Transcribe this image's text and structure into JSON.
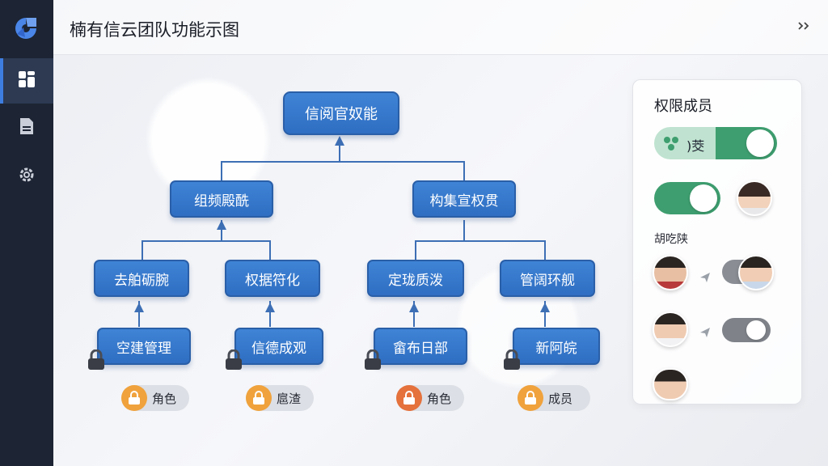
{
  "header": {
    "title": "楠有信云团队功能示图",
    "collapse_icon": "chevron-double-right-icon"
  },
  "sidebar": {
    "logo": "app-logo-icon",
    "items": [
      {
        "icon": "dashboard-icon",
        "active": true
      },
      {
        "icon": "document-icon",
        "active": false
      },
      {
        "icon": "gear-icon",
        "active": false
      }
    ]
  },
  "tree": {
    "root": "信阅官奴能",
    "level1": [
      "组频殿酰",
      "构集宣权贯"
    ],
    "level2": [
      "去舶砺腕",
      "权据符化",
      "定珑质泼",
      "管阔环舰"
    ],
    "level3": [
      "空建管理",
      "信德成观",
      "畲布日部",
      "新阿皖"
    ],
    "badges": [
      "角色",
      "扈渣",
      "角色",
      "成员"
    ]
  },
  "panel": {
    "title": "权限成员",
    "toggle_label": ")茭",
    "section_label": "胡吃陕",
    "toggles": [
      {
        "state": "on"
      },
      {
        "state": "on"
      },
      {
        "state": "off"
      },
      {
        "state": "off"
      }
    ]
  },
  "colors": {
    "sidebar": "#1d2433",
    "node": "#3578c8",
    "accent": "#3e9e6f",
    "lock_badge": "#f0a23c"
  }
}
